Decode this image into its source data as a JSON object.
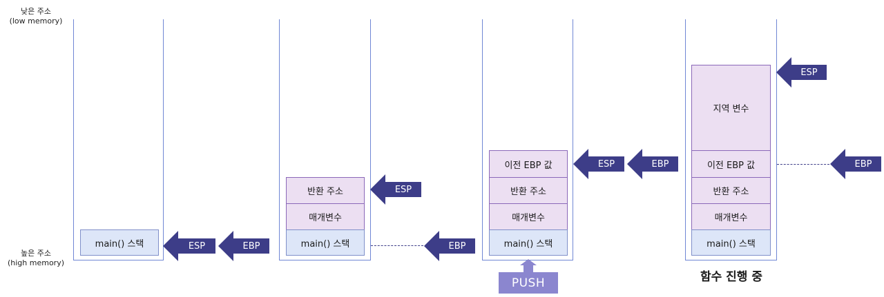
{
  "axis": {
    "low_line1": "낮은 주소",
    "low_line2": "(low memory)",
    "high_line1": "높은 주소",
    "high_line2": "(high memory)"
  },
  "labels": {
    "main_stack": "main() 스택",
    "params": "매개변수",
    "return_addr": "반환 주소",
    "prev_ebp": "이전 EBP 값",
    "locals": "지역 변수",
    "esp": "ESP",
    "ebp": "EBP",
    "push": "PUSH",
    "in_progress": "함수 진행 중"
  },
  "colors": {
    "stack_border": "#6f86d4",
    "cell_fill": "#ecdff2",
    "cell_border": "#8a67b8",
    "main_fill": "#dde6f8",
    "arrow_fill": "#3d3d88",
    "push_fill": "#8b86cf",
    "dash_line": "#3d3d88"
  },
  "icons": {
    "pointer": "left-arrow-icon",
    "push": "up-arrow-icon"
  }
}
